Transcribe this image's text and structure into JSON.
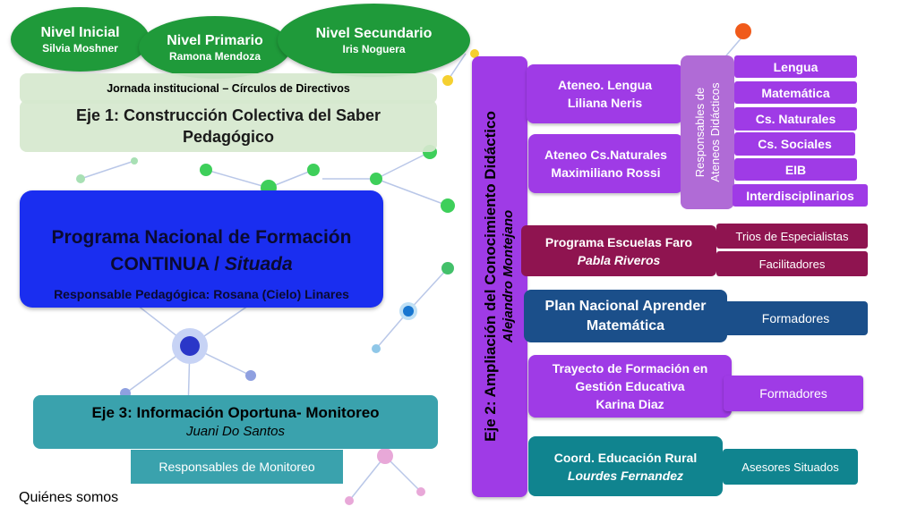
{
  "niveles": [
    {
      "title": "Nivel Inicial",
      "person": "Silvia Moshner"
    },
    {
      "title": "Nivel Primario",
      "person": "Ramona Mendoza"
    },
    {
      "title": "Nivel Secundario",
      "person": "Iris Noguera"
    }
  ],
  "jornada": "Jornada institucional – Círculos de Directivos",
  "eje1": "Eje 1: Construcción Colectiva del Saber Pedagógico",
  "programa": {
    "title_line1": "Programa Nacional de Formación",
    "title_line2": "CONTINUA / ",
    "title_italic": "Situada",
    "responsable": "Responsable Pedagógica: Rosana (Cielo) Linares"
  },
  "eje3": {
    "title": "Eje 3: Información Oportuna- Monitoreo",
    "person": "Juani Do Santos"
  },
  "responsables_monitoreo": "Responsables de Monitoreo",
  "quienes": "Quiénes somos",
  "eje2": {
    "title": "Eje 2: Ampliación del Conocimiento Didáctico",
    "person": "Alejandro Montejano"
  },
  "ateneo_lengua": {
    "line1": "Ateneo. Lengua",
    "line2": "Liliana Neris"
  },
  "ateneo_cn": {
    "line1": "Ateneo Cs.Naturales",
    "line2": "Maximiliano Rossi"
  },
  "responsables_ateneos": {
    "line1": "Responsables de",
    "line2": "Ateneos Didácticos"
  },
  "ateneos_list": [
    "Lengua",
    "Matemática",
    "Cs. Naturales",
    "Cs. Sociales",
    "EIB",
    "Interdisciplinarios"
  ],
  "faro": {
    "title": "Programa Escuelas Faro",
    "person": "Pabla Riveros"
  },
  "trios": "Trios de Especialistas",
  "facilitadores": "Facilitadores",
  "aprender": {
    "line1": "Plan Nacional Aprender",
    "line2": "Matemática"
  },
  "formadores1": "Formadores",
  "trayecto": {
    "line1": "Trayecto de Formación en",
    "line2": "Gestión Educativa",
    "line3": "Karina Diaz"
  },
  "formadores2": "Formadores",
  "rural": {
    "title": "Coord. Educación Rural",
    "person": "Lourdes Fernandez"
  },
  "asesores": "Asesores Situados",
  "colors": {
    "green": "#1f9a3a",
    "blue": "#1a2ef0",
    "purple": "#9f3be6",
    "maroon": "#8f1450",
    "navy": "#1b4f8a",
    "teal": "#10848f"
  }
}
